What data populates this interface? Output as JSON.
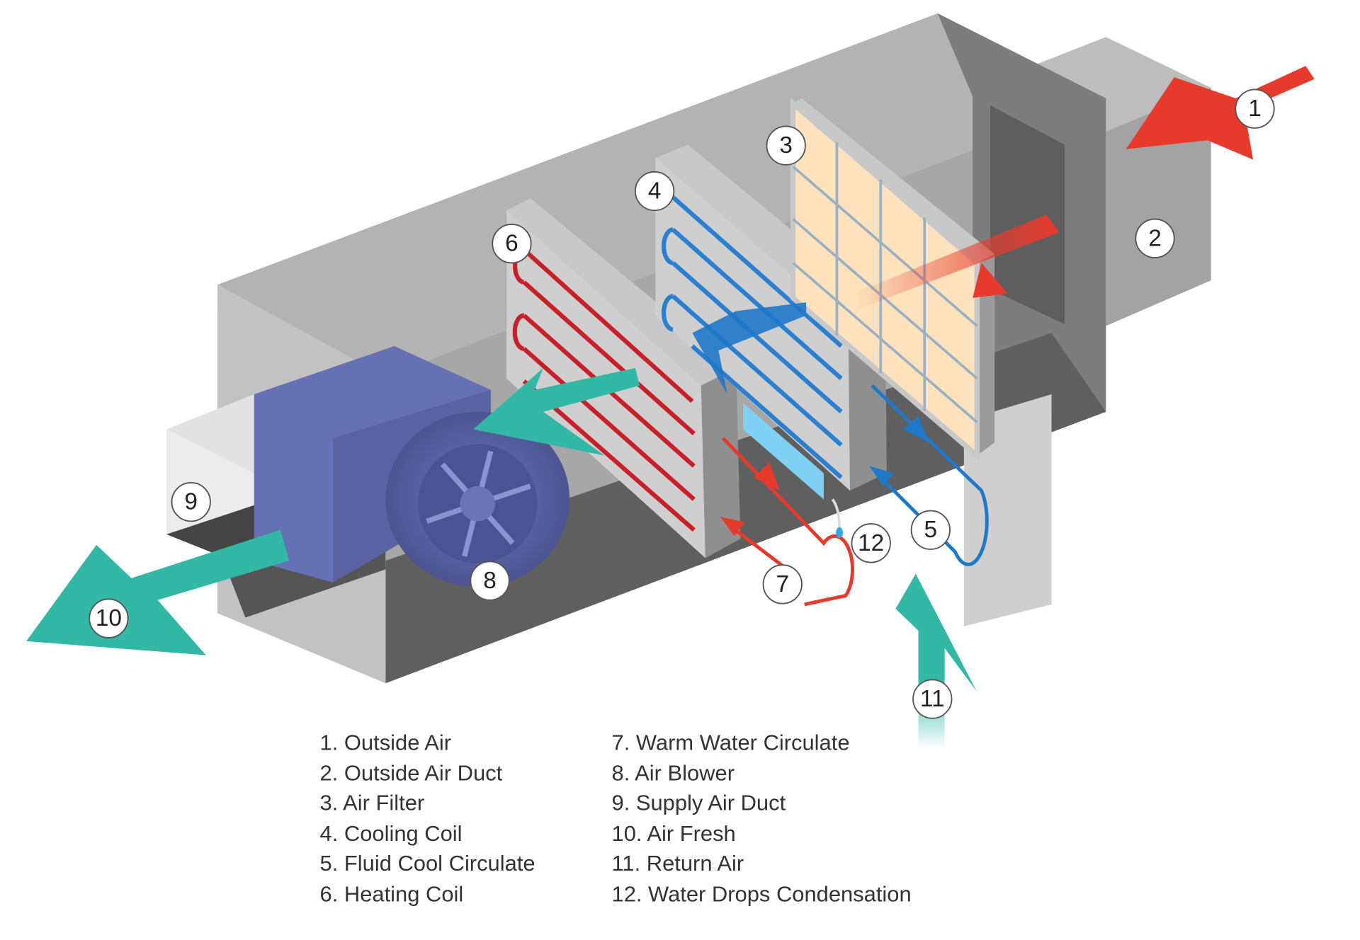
{
  "callouts": [
    "1",
    "2",
    "3",
    "4",
    "5",
    "6",
    "7",
    "8",
    "9",
    "10",
    "11",
    "12"
  ],
  "legend": {
    "left": [
      "1. Outside Air",
      "2. Outside Air Duct",
      "3. Air Filter",
      "4. Cooling Coil",
      "5. Fluid Cool Circulate",
      "6. Heating Coil"
    ],
    "right": [
      "7. Warm Water Circulate",
      "8. Air Blower",
      "9. Supply Air Duct",
      "10. Air Fresh",
      "11. Return Air",
      "12. Water Drops Condensation"
    ]
  },
  "colors": {
    "warm": "#e53a2c",
    "cool": "#1f78c8",
    "fresh": "#33b8a5",
    "blower": "#6670b4",
    "filter": "#fde2bd",
    "casing": "#a7a7a7"
  }
}
